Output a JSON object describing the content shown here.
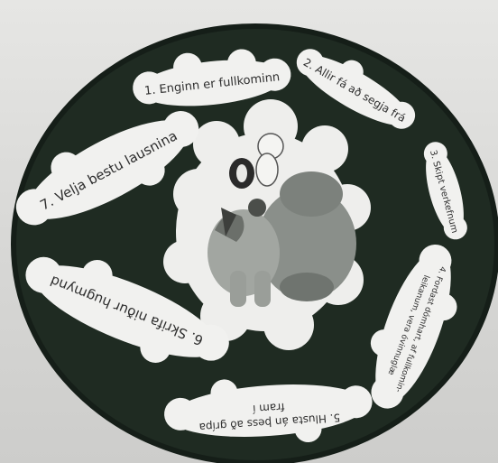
{
  "poster": {
    "center_image": "cartoon-animals-illustration",
    "colors": {
      "ring": "#1f2b22",
      "cloud": "#f1f1ef",
      "text": "#2e2e2e",
      "background": "#d9d9d7"
    },
    "steps": [
      {
        "text": "1. Enginn er fullkominn"
      },
      {
        "text": "2. Allir fá að segja frá"
      },
      {
        "text": "3. Skipt verkefnum"
      },
      {
        "text_line1": "4. Fordast dómhart, af fullkomin-",
        "text_line2": "leikanum, vera óvinnuglæ"
      },
      {
        "text_line1": "5. Hlusta án þess að grípa",
        "text_line2": "fram í"
      },
      {
        "text": "6. Skrifa niður hugmynd"
      },
      {
        "text": "7. Velja bestu lausnina"
      }
    ]
  }
}
